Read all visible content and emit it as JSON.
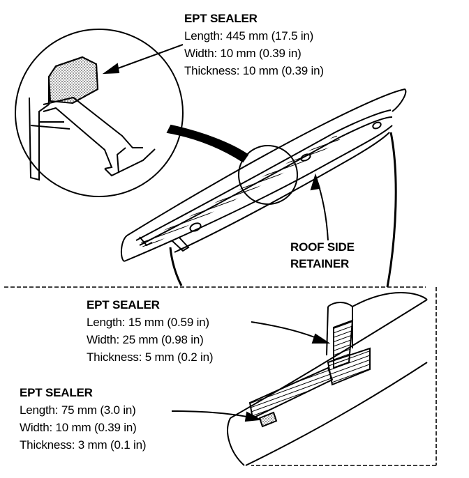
{
  "callouts": {
    "top": {
      "title": "EPT SEALER",
      "length": "Length: 445 mm (17.5 in)",
      "width": "Width: 10 mm (0.39 in)",
      "thickness": "Thickness: 10 mm (0.39 in)"
    },
    "middle": {
      "title": "EPT SEALER",
      "length": "Length: 15 mm (0.59 in)",
      "width": "Width: 25 mm (0.98 in)",
      "thickness": "Thickness: 5 mm (0.2 in)"
    },
    "bottom": {
      "title": "EPT SEALER",
      "length": "Length: 75 mm (3.0 in)",
      "width": "Width: 10 mm (0.39 in)",
      "thickness": "Thickness: 3 mm (0.1 in)"
    }
  },
  "part_label": {
    "line1": "ROOF SIDE",
    "line2": "RETAINER"
  }
}
